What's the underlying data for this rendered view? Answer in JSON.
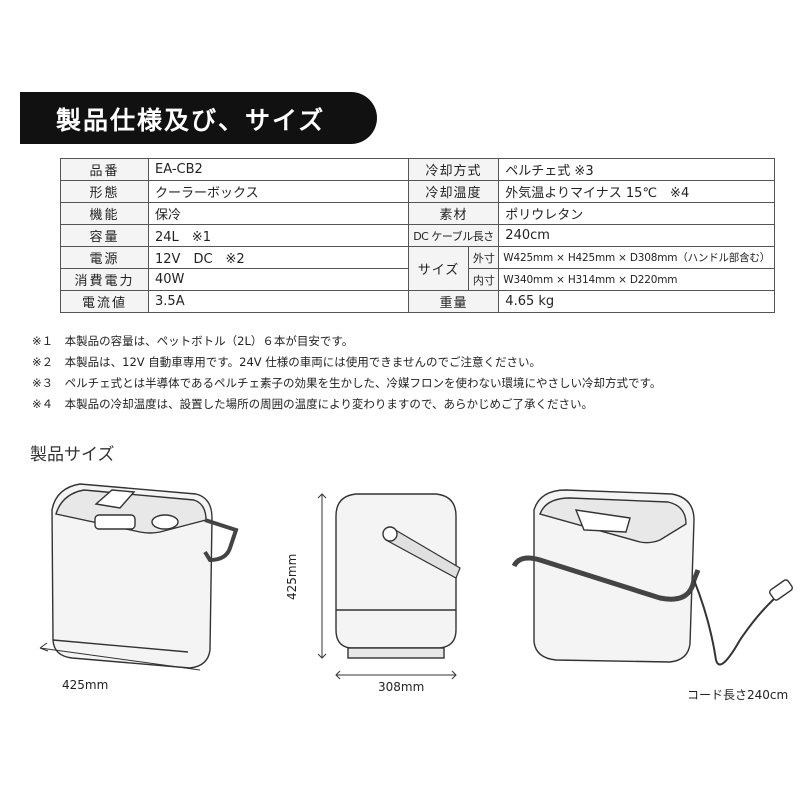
{
  "title": "製品仕様及び、サイズ",
  "spec": {
    "rows": [
      {
        "k1": "品番",
        "v1": "EA-CB2",
        "k2": "冷却方式",
        "v2": "ペルチェ式 ※3"
      },
      {
        "k1": "形態",
        "v1": "クーラーボックス",
        "k2": "冷却温度",
        "v2": "外気温よりマイナス 15℃　※4"
      },
      {
        "k1": "機能",
        "v1": "保冷",
        "k2": "素材",
        "v2": "ポリウレタン"
      },
      {
        "k1": "容量",
        "v1": "24L　※1",
        "k2": "DC ケーブル長さ",
        "v2": "240cm"
      }
    ],
    "power_k": "電源",
    "power_v": "12V　DC　※2",
    "size_k": "サイズ",
    "outer_k": "外寸",
    "outer_v": "W425mm × H425mm × D308mm（ハンドル部含む）",
    "consumption_k": "消費電力",
    "consumption_v": "40W",
    "inner_k": "内寸",
    "inner_v": "W340mm × H314mm × D220mm",
    "current_k": "電流値",
    "current_v": "3.5A",
    "weight_k": "重量",
    "weight_v": "4.65 kg"
  },
  "notes": [
    "※１　本製品の容量は、ペットボトル（2L）６本が目安です。",
    "※２　本製品は、12V 自動車専用です。24V 仕様の車両には使用できませんのでご注意ください。",
    "※３　ペルチェ式とは半導体であるペルチェ素子の効果を生かした、冷媒フロンを使わない環境にやさしい冷却方式です。",
    "※４　本製品の冷却温度は、設置した場所の周囲の温度により変わりますので、あらかじめご了承ください。"
  ],
  "size_heading": "製品サイズ",
  "dims": {
    "width": "425mm",
    "height": "425mm",
    "depth": "308mm",
    "cord": "コード長さ240cm"
  }
}
